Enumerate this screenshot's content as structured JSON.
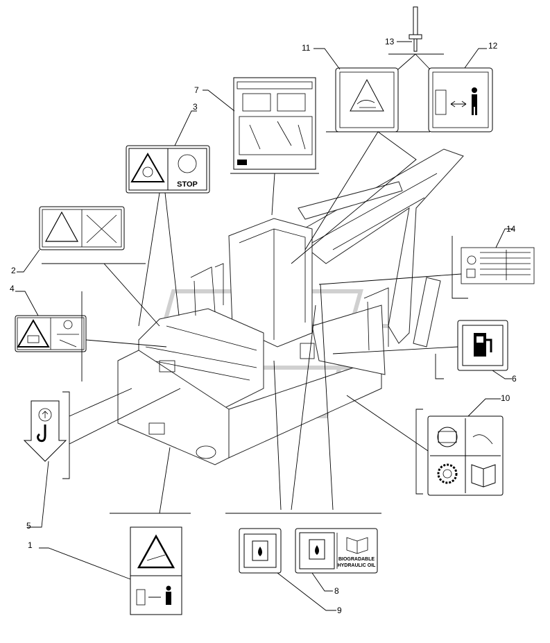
{
  "diagram": {
    "callouts": [
      "1",
      "2",
      "3",
      "4",
      "5",
      "6",
      "7",
      "8",
      "9",
      "10",
      "11",
      "12",
      "13",
      "14"
    ],
    "decals": {
      "stop_text": "STOP",
      "biogradable_line1": "BIOGRADABLE",
      "biogradable_line2": "HYDRAULIC OIL"
    },
    "icons": [
      "rivet-icon",
      "hand-crush-warning-icon",
      "keep-distance-icon",
      "pressure-chart-icon",
      "fuel-pump-icon",
      "manual-book-icon",
      "hydraulic-oil-icon",
      "lifting-hook-icon",
      "battery-warning-icon",
      "rotating-fan-warning-icon",
      "fall-hazard-icon",
      "cab-layout-decal-icon",
      "safety-distance-icon",
      "gear-icon"
    ]
  }
}
